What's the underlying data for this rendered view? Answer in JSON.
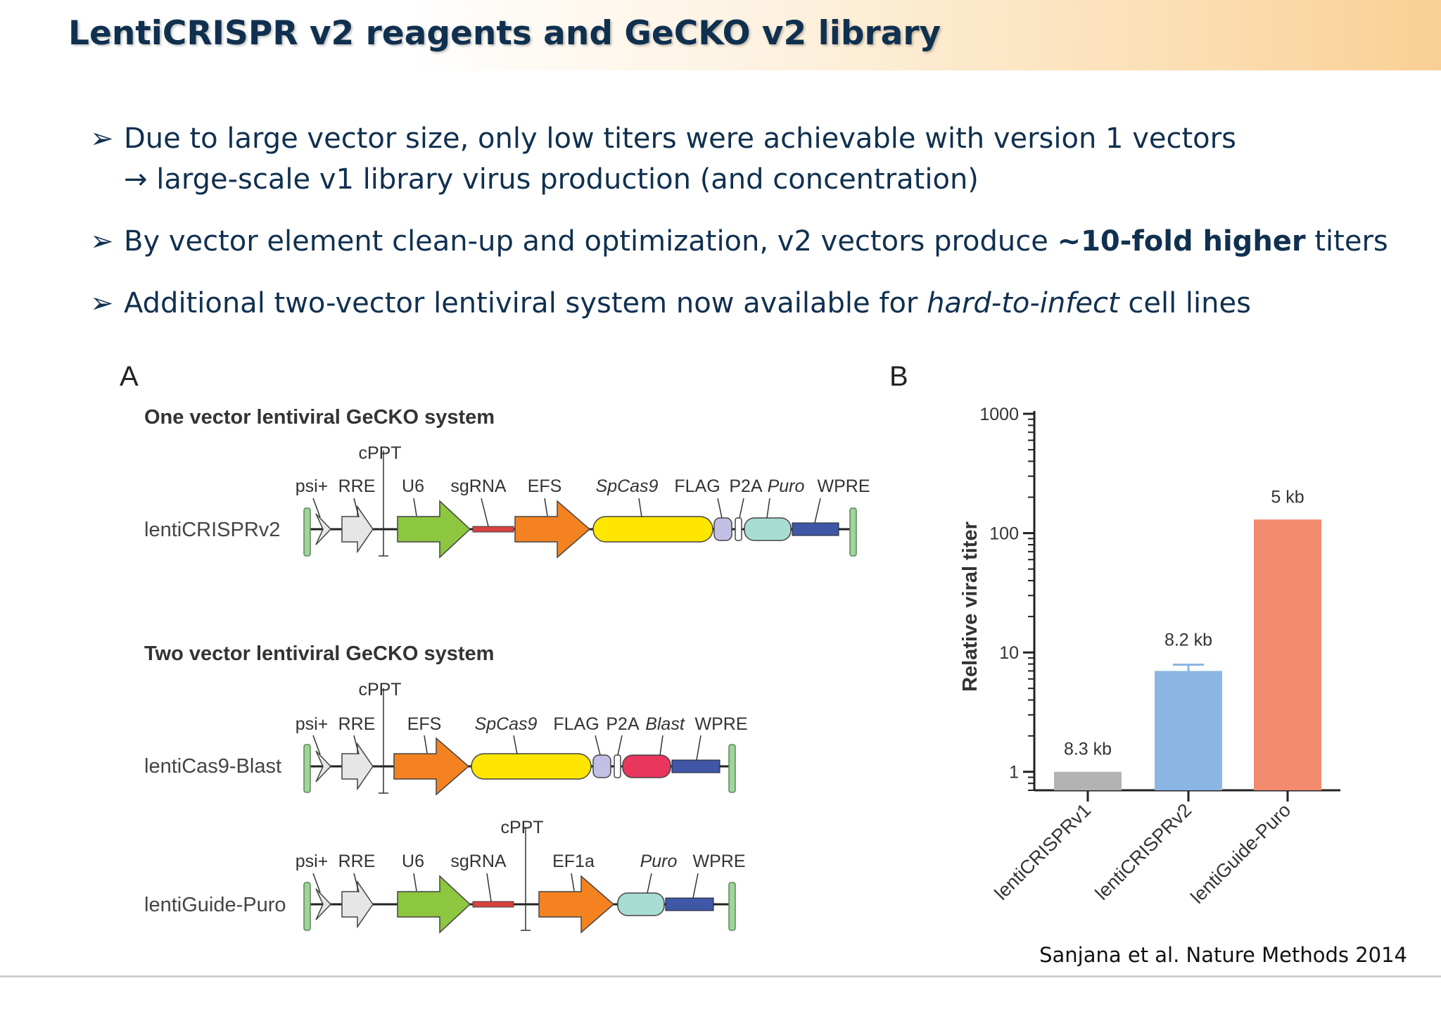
{
  "header": {
    "title": "LentiCRISPR v2 reagents and GeCKO v2 library"
  },
  "bullets": [
    {
      "line1": "Due to large vector size, only low titers were achievable with version 1 vectors",
      "line2": "→ large-scale v1 library virus production (and concentration)"
    },
    {
      "before": "By vector element clean-up and optimization, v2 vectors produce ",
      "bold": "~10-fold higher",
      "after": " titers"
    },
    {
      "before": "Additional two-vector lentiviral system now available for ",
      "italic": "hard-to-infect",
      "after": " cell lines"
    }
  ],
  "panel_a": {
    "panel_label": "A",
    "one_vector_title": "One vector lentiviral GeCKO system",
    "two_vector_title": "Two vector lentiviral GeCKO system",
    "constructs": {
      "lenticrisprv2": {
        "name": "lentiCRISPRv2",
        "labels": [
          "cPPT",
          "psi+",
          "RRE",
          "U6",
          "sgRNA",
          "EFS",
          "SpCas9",
          "FLAG",
          "P2A",
          "Puro",
          "WPRE"
        ]
      },
      "lenticas9_blast": {
        "name": "lentiCas9-Blast",
        "labels": [
          "cPPT",
          "psi+",
          "RRE",
          "EFS",
          "SpCas9",
          "FLAG",
          "P2A",
          "Blast",
          "WPRE"
        ]
      },
      "lentiguide_puro": {
        "name": "lentiGuide-Puro",
        "labels": [
          "cPPT",
          "psi+",
          "RRE",
          "U6",
          "sgRNA",
          "EF1a",
          "Puro",
          "WPRE"
        ]
      }
    },
    "colors": {
      "psi": "#e6e6e6",
      "u6": "#8dc63f",
      "sgrna": "#d8413f",
      "efs": "#f58220",
      "cas9": "#ffe600",
      "flag": "#c3c0e6",
      "puro": "#a8ddd4",
      "blast": "#e8365c",
      "wpre": "#3f57a6",
      "ltr": "#9fd49a"
    }
  },
  "chart_data": {
    "type": "bar",
    "panel_label": "B",
    "categories": [
      "lentiCRISPRv1",
      "lentiCRISPRv2",
      "lentiGuide-Puro"
    ],
    "values": [
      1,
      7,
      130
    ],
    "error_upper": [
      1,
      7.9,
      130
    ],
    "bar_labels": [
      "8.3 kb",
      "8.2 kb",
      "5 kb"
    ],
    "colors": [
      "#b3b3b3",
      "#8bb6e3",
      "#f28b6e"
    ],
    "ylabel": "Relative viral titer",
    "xlabel": "",
    "yscale": "log",
    "ylim": [
      0.7,
      1000
    ],
    "yticks": [
      1,
      10,
      100,
      1000
    ],
    "ytick_labels": [
      "1",
      "10",
      "100",
      "1000"
    ],
    "grid": false
  },
  "citation": "Sanjana et al. Nature Methods 2014"
}
